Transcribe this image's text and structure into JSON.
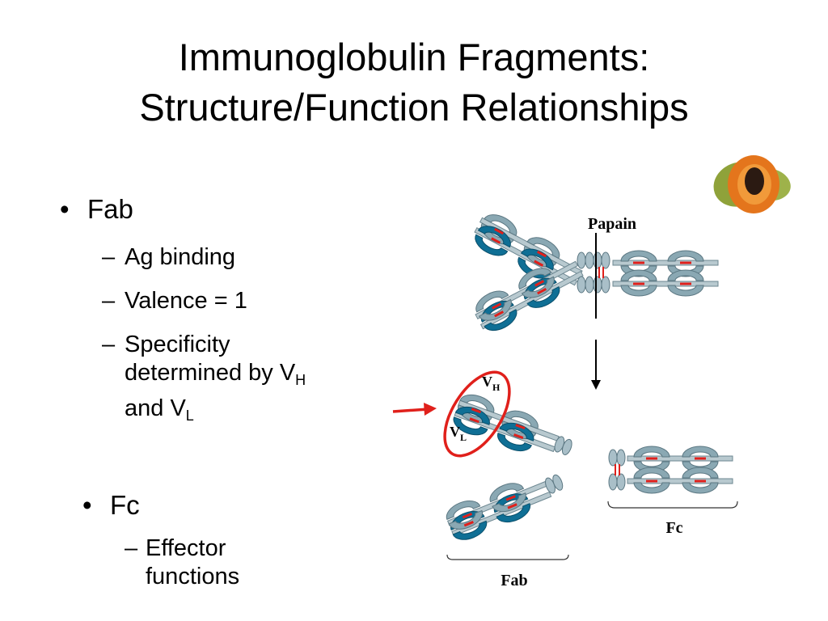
{
  "slide": {
    "title_line1": "Immunoglobulin Fragments:",
    "title_line2": "Structure/Function Relationships"
  },
  "bullets": [
    {
      "label": "Fab",
      "subitems": [
        {
          "text": "Ag binding"
        },
        {
          "text": "Valence = 1"
        },
        {
          "text_line1": "Specificity",
          "text_line2_pre": "determined by V",
          "text_line2_sub": "H",
          "text_line3_pre": "and V",
          "text_line3_sub": "L"
        }
      ]
    },
    {
      "label": "Fc",
      "subitems": [
        {
          "text_line1": "Effector",
          "text_line2": "functions"
        }
      ]
    }
  ],
  "diagram": {
    "enzyme_label": "Papain",
    "fab_label": "Fab",
    "fc_label": "Fc",
    "vh_main": "V",
    "vh_sub": "H",
    "vl_main": "V",
    "vl_sub": "L",
    "colors": {
      "domain_dark": "#0f6f95",
      "domain_light": "#7a9aa6",
      "domain_pale": "#a9bfc8",
      "disulfide": "#e0201b",
      "highlight_ring": "#e0201b",
      "arrow": "#000000"
    }
  }
}
